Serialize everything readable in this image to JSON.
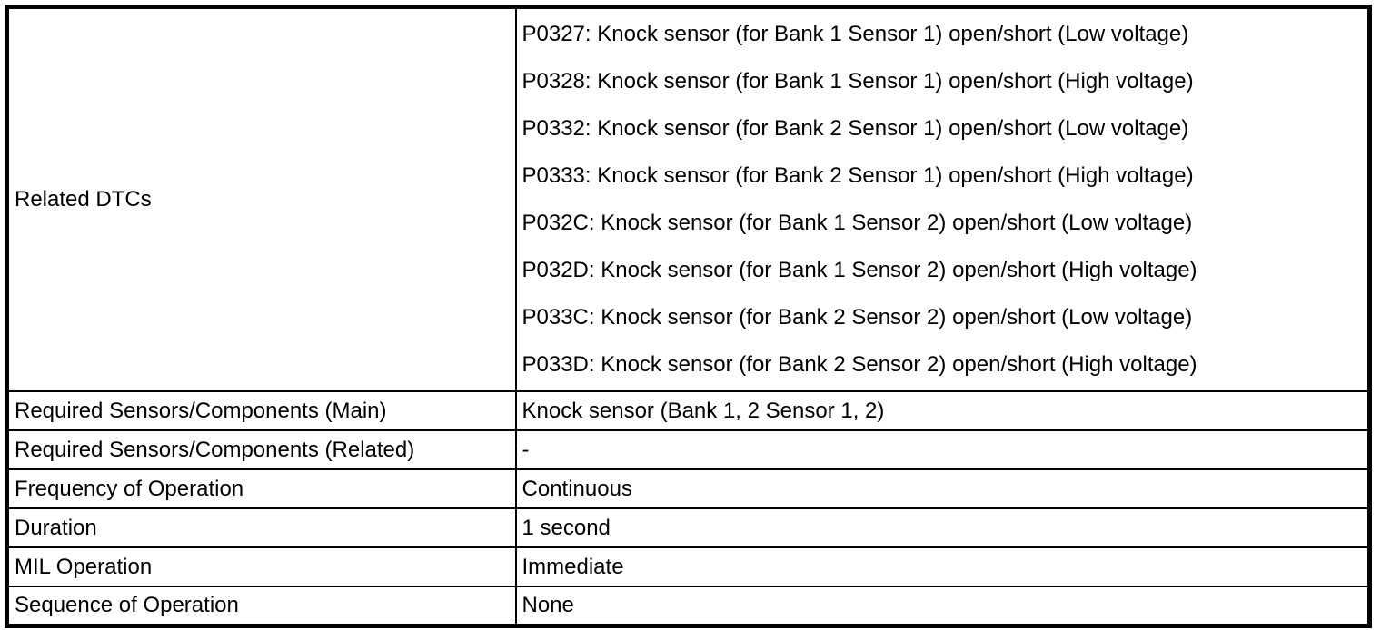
{
  "page": {
    "background_color": "#ffffff",
    "border_color": "#000000",
    "text_color": "#000000"
  },
  "table": {
    "rows": [
      {
        "label": "Related DTCs",
        "values": [
          "P0327: Knock sensor (for Bank 1 Sensor 1) open/short (Low voltage)",
          "P0328: Knock sensor (for Bank 1 Sensor 1) open/short (High voltage)",
          "P0332: Knock sensor (for Bank 2 Sensor 1) open/short (Low voltage)",
          "P0333: Knock sensor (for Bank 2 Sensor 1) open/short (High voltage)",
          "P032C: Knock sensor (for Bank 1 Sensor 2) open/short (Low voltage)",
          "P032D: Knock sensor (for Bank 1 Sensor 2) open/short (High voltage)",
          "P033C: Knock sensor (for Bank 2 Sensor 2) open/short (Low voltage)",
          "P033D: Knock sensor (for Bank 2 Sensor 2) open/short (High voltage)"
        ]
      },
      {
        "label": "Required Sensors/Components (Main)",
        "value": "Knock sensor (Bank 1, 2 Sensor 1, 2)"
      },
      {
        "label": "Required Sensors/Components (Related)",
        "value": "-"
      },
      {
        "label": "Frequency of Operation",
        "value": "Continuous"
      },
      {
        "label": "Duration",
        "value": "1 second"
      },
      {
        "label": "MIL Operation",
        "value": "Immediate"
      },
      {
        "label": "Sequence of Operation",
        "value": "None"
      }
    ]
  }
}
